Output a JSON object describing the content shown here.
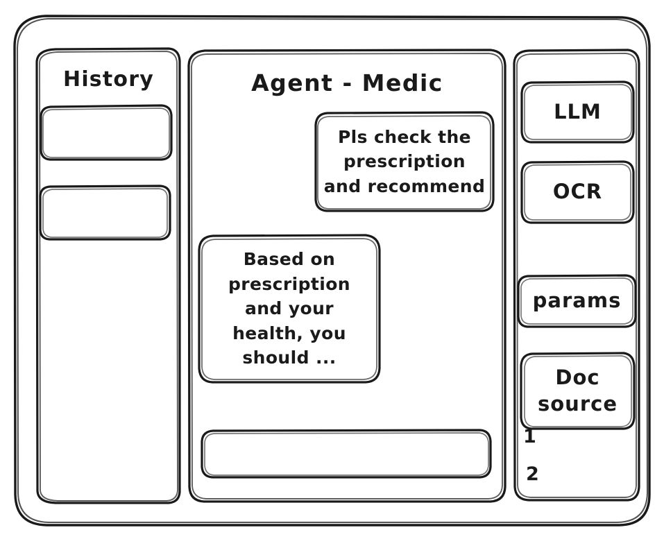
{
  "meta": {
    "style": "hand-drawn wireframe sketch",
    "stroke_color": "#1a1a1a",
    "background_color": "#ffffff"
  },
  "window": {
    "name": "application-window"
  },
  "sidebar": {
    "title": "History",
    "items": [
      {
        "label": "",
        "name": "history-item-1"
      },
      {
        "label": "",
        "name": "history-item-2"
      }
    ]
  },
  "main": {
    "title": "Agent - Medic",
    "messages": [
      {
        "role": "user",
        "text": "Pls check the prescription and recommend",
        "lines": [
          "Pls check the",
          "prescription",
          "and recommend"
        ]
      },
      {
        "role": "assistant",
        "text": "Based on prescription and your health, you should ...",
        "lines": [
          "Based on",
          "prescription",
          "and your",
          "health, you",
          "should ..."
        ]
      }
    ],
    "composer": {
      "value": "",
      "placeholder": ""
    }
  },
  "tools": {
    "cards": [
      {
        "label": "LLM",
        "name": "tool-card-llm"
      },
      {
        "label": "OCR",
        "name": "tool-card-ocr"
      },
      {
        "label": "params",
        "name": "tool-card-params"
      }
    ],
    "doc_source": {
      "label": "Doc source",
      "lines": [
        "Doc",
        "source"
      ],
      "references": [
        "1",
        "2"
      ]
    }
  }
}
